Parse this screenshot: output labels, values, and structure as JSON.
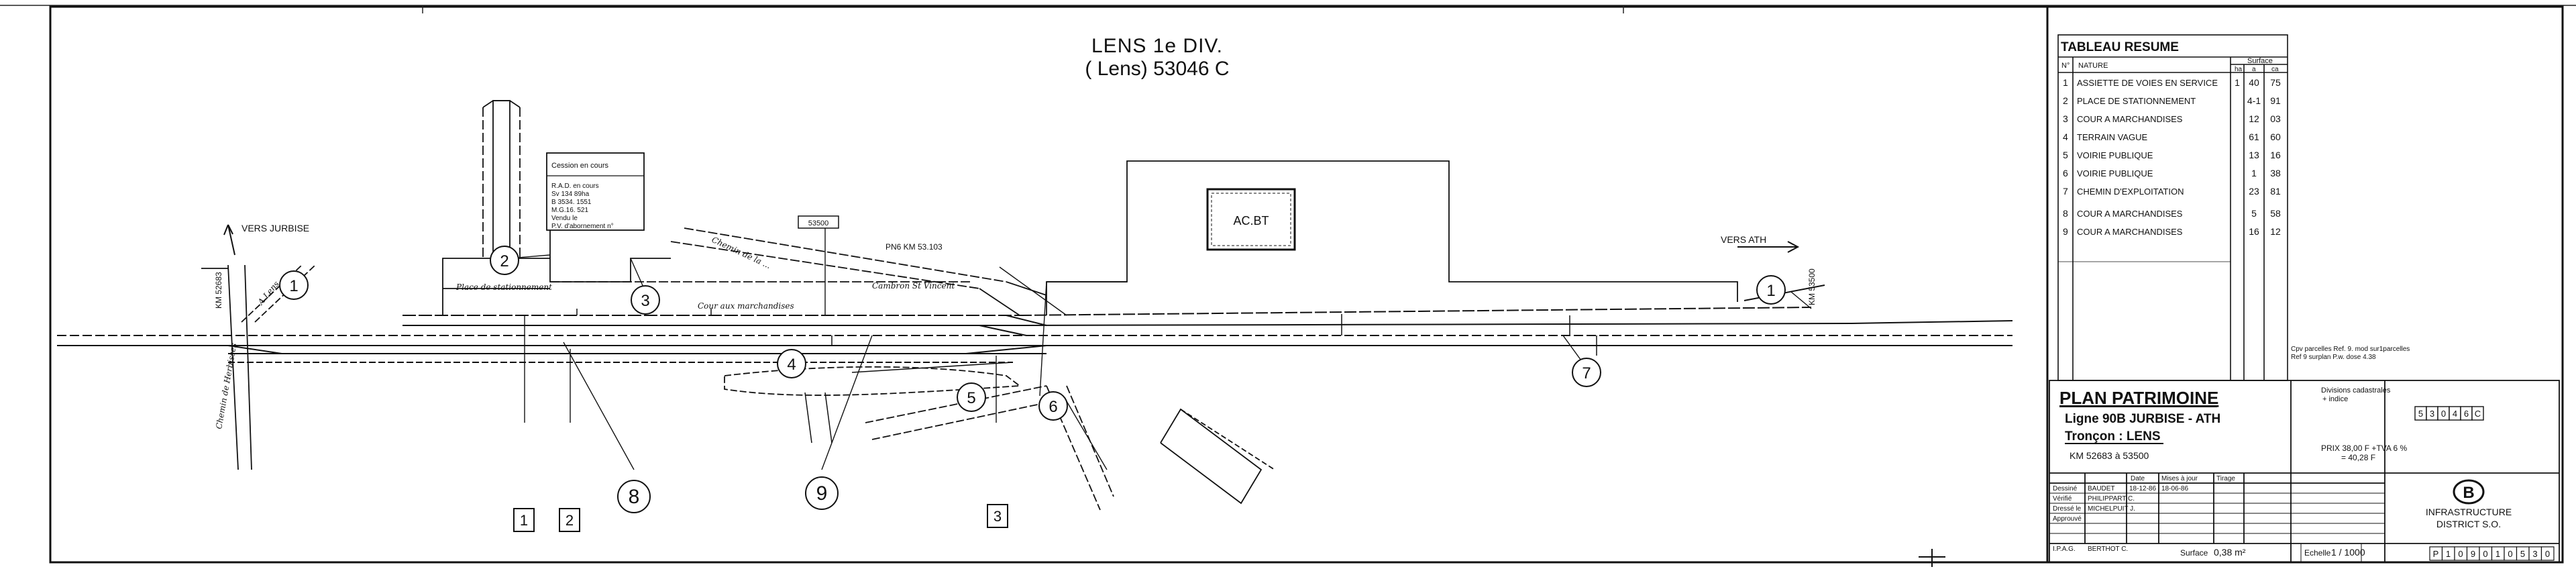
{
  "header": {
    "title_line1": "LENS 1e DIV.",
    "title_line2": "( Lens) 53046 C"
  },
  "plan": {
    "direction_left": "VERS JURBISE",
    "direction_right": "VERS ATH",
    "km_left": "KM 52683",
    "km_right": "KM 53500",
    "pn_label": "PN6 KM 53.103",
    "box_53500": "53500",
    "building_label": "AC.BT",
    "road_left": "A Lens",
    "road_chemin": "Chemin de Herbisses",
    "labels": {
      "place_stationnement": "Place de stationnement",
      "cour_marchandises": "Cour aux marchandises",
      "cambron": "Cambron St Vincent",
      "chemin_top": "Chemin de la ..."
    },
    "info_box": {
      "title": "Cession en cours",
      "lines": [
        "R.A.D. en cours",
        "Sv 134 89ha",
        "B 3534. 1551",
        "M.G.16. 521",
        "Vendu le",
        "P.V. d'abornement n°"
      ]
    },
    "circled_numbers": [
      "1",
      "2",
      "3",
      "4",
      "5",
      "6",
      "7",
      "8",
      "9",
      "1"
    ],
    "boxed_numbers": [
      "1",
      "2",
      "3"
    ]
  },
  "summary": {
    "title": "TABLEAU RESUME",
    "col_no": "N°",
    "col_nature": "NATURE",
    "col_surface": "Surface",
    "col_ha": "ha",
    "col_a": "a",
    "col_ca": "ca",
    "rows": [
      {
        "no": "1",
        "nature": "ASSIETTE DE VOIES EN SERVICE",
        "ha": "1",
        "a": "40",
        "ca": "75"
      },
      {
        "no": "2",
        "nature": "PLACE DE STATIONNEMENT",
        "ha": "",
        "a": "4-1",
        "ca": "91"
      },
      {
        "no": "3",
        "nature": "COUR A MARCHANDISES",
        "ha": "",
        "a": "12",
        "ca": "03"
      },
      {
        "no": "4",
        "nature": "TERRAIN VAGUE",
        "ha": "",
        "a": "61",
        "ca": "60"
      },
      {
        "no": "5",
        "nature": "VOIRIE PUBLIQUE",
        "ha": "",
        "a": "13",
        "ca": "16"
      },
      {
        "no": "6",
        "nature": "VOIRIE PUBLIQUE",
        "ha": "",
        "a": "1",
        "ca": "38"
      },
      {
        "no": "7",
        "nature": "CHEMIN D'EXPLOITATION",
        "ha": "",
        "a": "23",
        "ca": "81"
      },
      {
        "no": "8",
        "nature": "COUR A MARCHANDISES",
        "ha": "",
        "a": "5",
        "ca": "58"
      },
      {
        "no": "9",
        "nature": "COUR A MARCHANDISES",
        "ha": "",
        "a": "16",
        "ca": "12"
      }
    ],
    "note_line1": "Cpv parcelles  Ref. 9. mod sur1parcelles",
    "note_line2": "Ref 9 surplan  P.w. dose 4.38"
  },
  "cartouche": {
    "plan_title": "PLAN PATRIMOINE",
    "ligne": "Ligne 90B JURBISE - ATH",
    "troncon": "Tronçon : LENS",
    "km": "KM 52683 à 53500",
    "div_label": "Divisions cadastrales",
    "div_sub": "+ indice",
    "code_boxes": [
      "5",
      "3",
      "0",
      "4",
      "6",
      "C"
    ],
    "prix": "PRIX 38,00 F +TVA 6 %",
    "prix2": "= 40,28 F",
    "rows": [
      {
        "role": "Dessiné",
        "name": "BAUDET",
        "date": "18-12-86"
      },
      {
        "role": "Vérifié",
        "name": "PHILIPPART C.",
        "date": ""
      },
      {
        "role": "Dressé le",
        "name": "MICHELPUIT J.",
        "date": ""
      },
      {
        "role": "Approuvé",
        "name": "",
        "date": ""
      },
      {
        "role": "I.P.A.G.",
        "name": "BERTHOT C.",
        "date": ""
      }
    ],
    "col_date": "Date",
    "col_mises": "Mises à jour",
    "col_tirage": "Tirage",
    "mises_date": "18-06-86",
    "logo_letter": "B",
    "org_line1": "INFRASTRUCTURE",
    "org_line2": "DISTRICT S.O.",
    "surface_label": "Surface",
    "surface_value": "0,38 m²",
    "echelle_label": "Echelle",
    "echelle_value": "1 / 1000",
    "ref_boxes": [
      "P",
      "1",
      "0",
      "9",
      "0",
      "1",
      "0",
      "5",
      "3",
      "0"
    ]
  }
}
